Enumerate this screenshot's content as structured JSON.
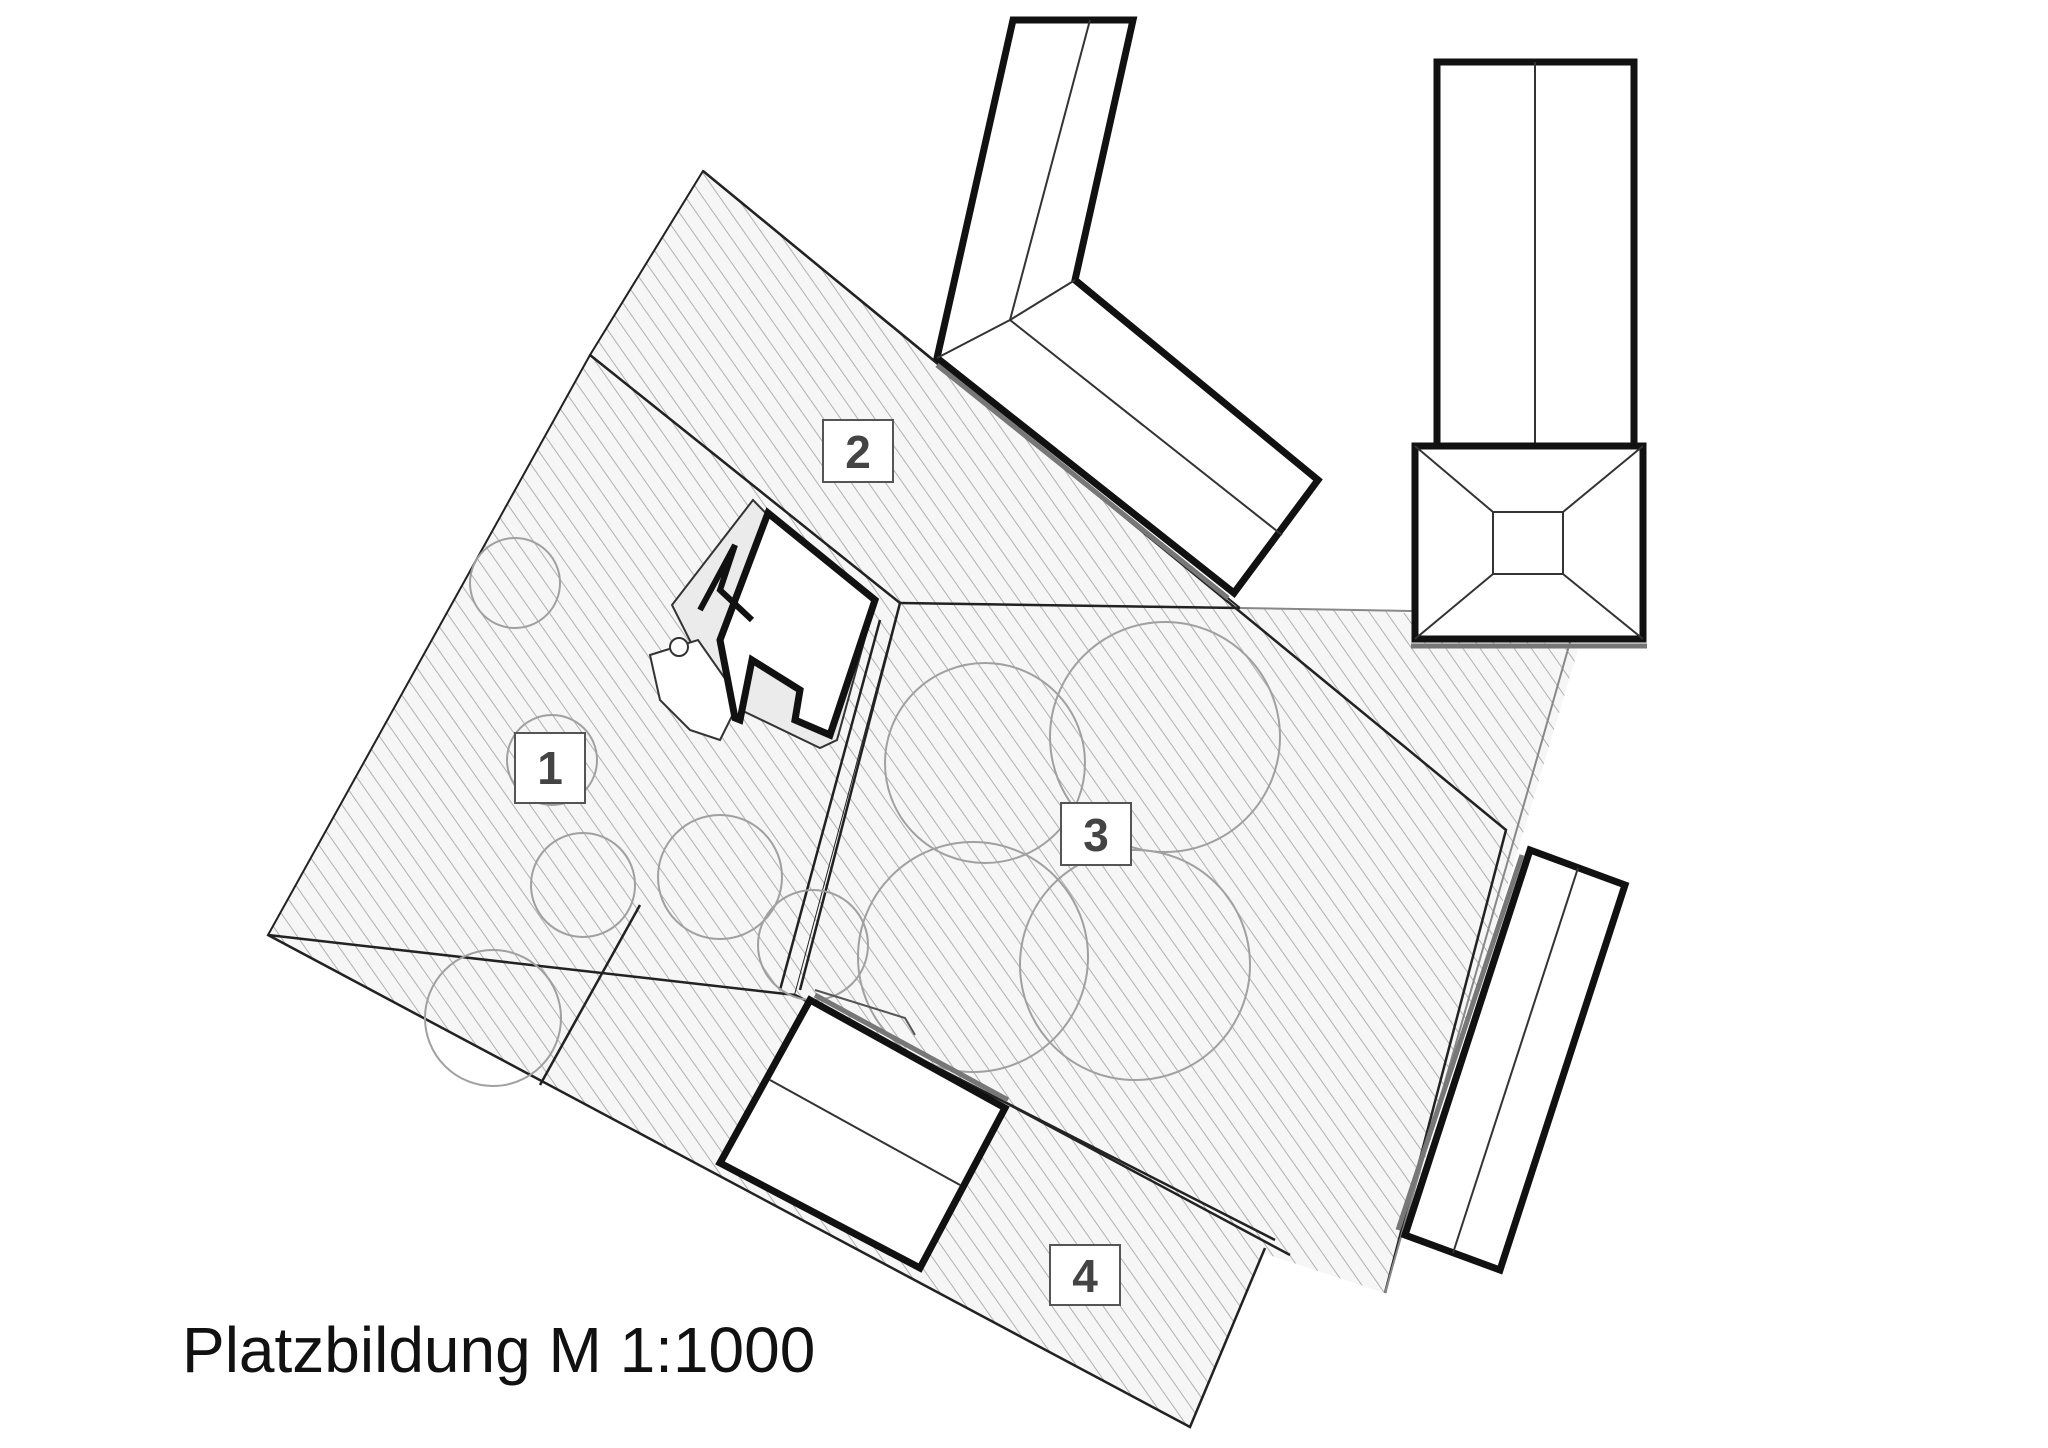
{
  "caption": "Platzbildung M 1:1000",
  "zones": [
    {
      "id": "1",
      "label": "1"
    },
    {
      "id": "2",
      "label": "2"
    },
    {
      "id": "3",
      "label": "3"
    },
    {
      "id": "4",
      "label": "4"
    }
  ],
  "colors": {
    "hatch": "#b4b4b4",
    "hatch_bg": "#f2f2f2",
    "outline": "#222222",
    "thin_line": "#333333",
    "tree": "#9a9a9a",
    "label_text": "#444444",
    "label_box": "#ffffff"
  }
}
